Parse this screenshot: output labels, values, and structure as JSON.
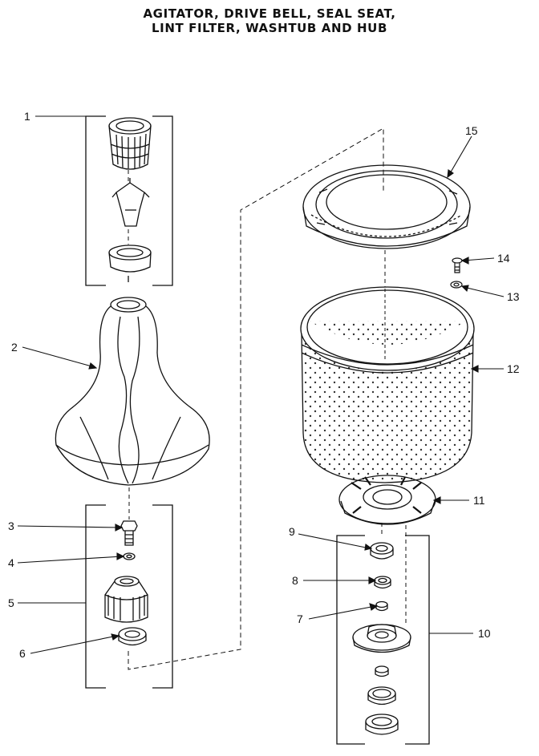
{
  "title": {
    "line1": "AGITATOR, DRIVE BELL, SEAL SEAT,",
    "line2": "LINT FILTER, WASHTUB AND HUB"
  },
  "callouts": [
    {
      "label": "1",
      "part": "lint-filter-assembly"
    },
    {
      "label": "2",
      "part": "agitator"
    },
    {
      "label": "3",
      "part": "bolt"
    },
    {
      "label": "4",
      "part": "washer"
    },
    {
      "label": "5",
      "part": "drive-bell-assembly"
    },
    {
      "label": "6",
      "part": "seal"
    },
    {
      "label": "7",
      "part": "small-seal-ring"
    },
    {
      "label": "8",
      "part": "seal-ring"
    },
    {
      "label": "9",
      "part": "seal-seat"
    },
    {
      "label": "10",
      "part": "hub-assembly"
    },
    {
      "label": "11",
      "part": "tub-hub-plate"
    },
    {
      "label": "12",
      "part": "washtub"
    },
    {
      "label": "13",
      "part": "washer"
    },
    {
      "label": "14",
      "part": "screw"
    },
    {
      "label": "15",
      "part": "balance-ring"
    }
  ]
}
